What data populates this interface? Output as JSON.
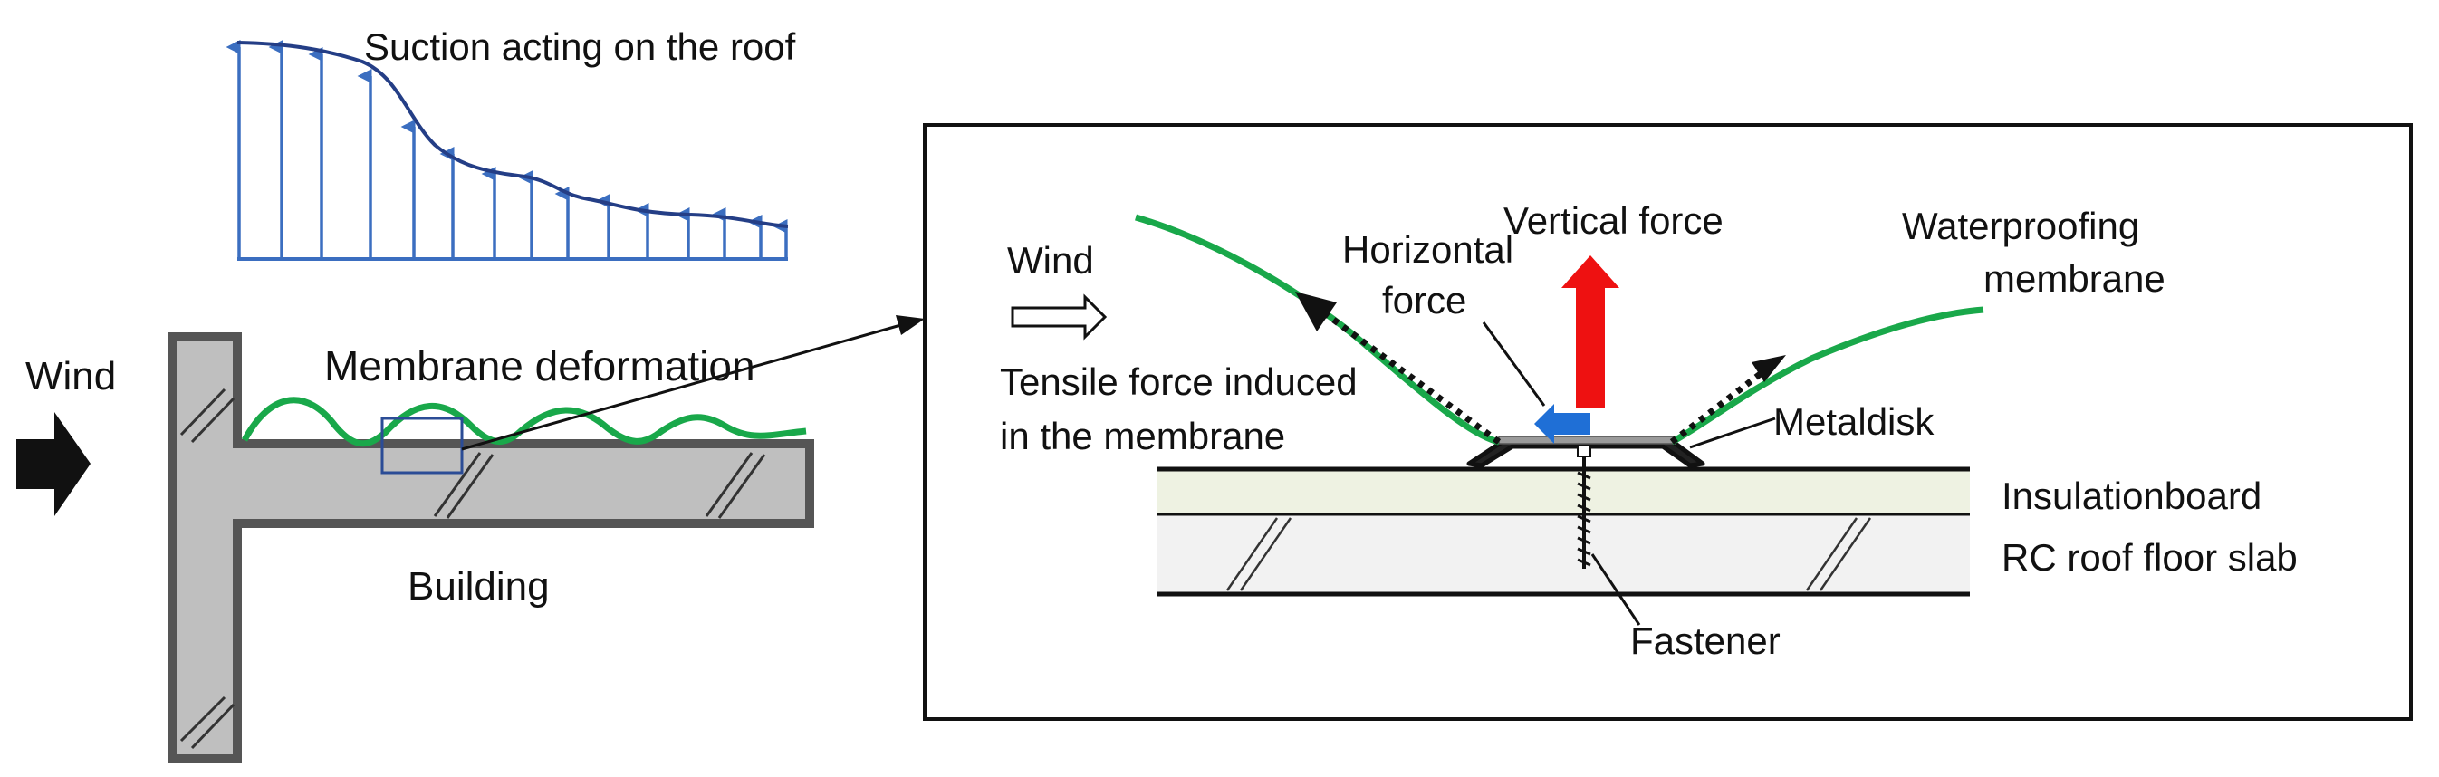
{
  "labels": {
    "suction": "Suction acting on the roof",
    "wind_left": "Wind",
    "membrane_deformation": "Membrane deformation",
    "building": "Building",
    "wind_detail": "Wind",
    "horizontal_force_1": "Horizontal",
    "horizontal_force_2": "force",
    "vertical_force": "Vertical force",
    "waterproofing_1": "Waterproofing",
    "waterproofing_2": "membrane",
    "tensile_1": "Tensile force induced",
    "tensile_2": "in the membrane",
    "metal_disk": "Metaldisk",
    "insulation": "Insulationboard",
    "rc_slab": "RC roof floor slab",
    "fastener": "Fastener"
  },
  "colors": {
    "suction_blue": "#3b5fb0",
    "membrane_green": "#19a84a",
    "vertical_force_red": "#ee1111",
    "horizontal_force_blue": "#1f6fd6",
    "building_gray": "#bfbfbf",
    "outline": "#4a4a4a",
    "insulation_fill": "#eef2e2",
    "slab_fill": "#f2f2f2"
  }
}
